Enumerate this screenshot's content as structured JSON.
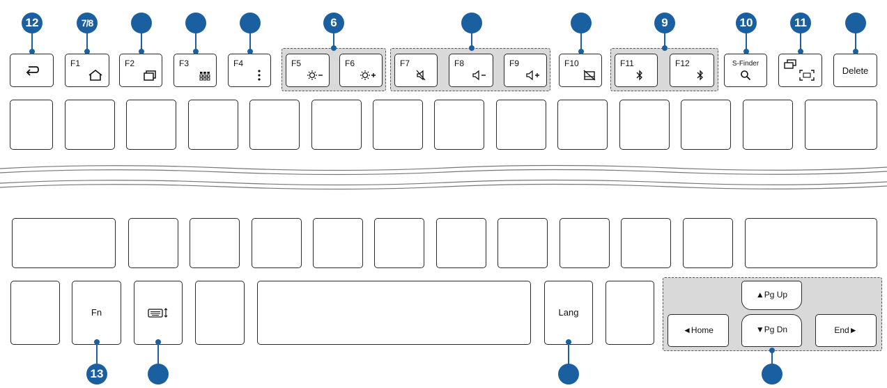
{
  "callouts": {
    "c1": "12",
    "c2": "7/8",
    "c3": "",
    "c4": "",
    "c5": "",
    "c6": "6",
    "c7": "",
    "c8": "",
    "c9": "9",
    "c10": "10",
    "c11": "11",
    "c12": "",
    "c13": "13",
    "c14": "",
    "c15": "",
    "c16": ""
  },
  "function_row": {
    "f1": "F1",
    "f2": "F2",
    "f3": "F3",
    "f4": "F4",
    "f5": "F5",
    "f6": "F6",
    "f7": "F7",
    "f8": "F8",
    "f9": "F9",
    "f10": "F10",
    "f11": "F11",
    "f12": "F12",
    "s_finder": "S-Finder",
    "delete": "Delete",
    "icons": {
      "back": "back-arrow-icon",
      "f1": "home-icon",
      "f2": "recent-apps-icon",
      "f3": "app-grid-icon",
      "f4": "more-options-icon",
      "f5": "brightness-down-icon",
      "f6": "brightness-up-icon",
      "f7": "mute-icon",
      "f8": "volume-down-icon",
      "f9": "volume-up-icon",
      "f10": "touchpad-off-icon",
      "f11": "bluetooth-icon",
      "f12": "bluetooth-icon",
      "s_finder": "search-icon",
      "screenshot": "screen-capture-icon"
    }
  },
  "bottom_row": {
    "fn": "Fn",
    "lang": "Lang",
    "pg_up": "▲Pg Up",
    "pg_dn": "▼Pg Dn",
    "home": "◄Home",
    "end": "End►",
    "icons": {
      "keyboard_toggle": "keyboard-toggle-icon"
    }
  },
  "colors": {
    "callout": "#1a5fa0",
    "key_border": "#2a2a2a",
    "group_fill": "#d9d9d9"
  }
}
